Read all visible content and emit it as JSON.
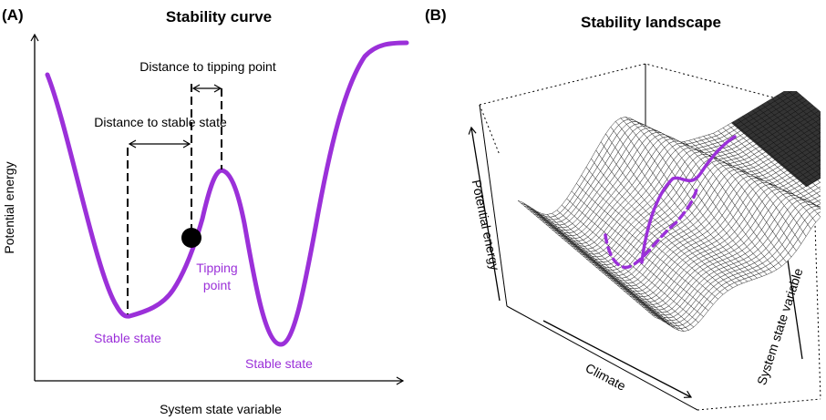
{
  "panel_a": {
    "letter": "(A)",
    "title": "Stability curve",
    "xlabel": "System state variable",
    "ylabel": "Potential energy",
    "annotations": {
      "distance_tipping": "Distance to tipping point",
      "distance_stable": "Distance to stable state",
      "tipping_line1": "Tipping",
      "tipping_line2": "point",
      "stable_left": "Stable state",
      "stable_right": "Stable state"
    }
  },
  "panel_b": {
    "letter": "(B)",
    "title": "Stability landscape",
    "axis_energy": "Potential energy",
    "axis_climate": "Climate",
    "axis_state": "System state variable"
  },
  "colors": {
    "curve": "#9b30d9",
    "ink": "#000000",
    "mesh_fill": "#ffffff",
    "mesh_dark": "#111111"
  }
}
